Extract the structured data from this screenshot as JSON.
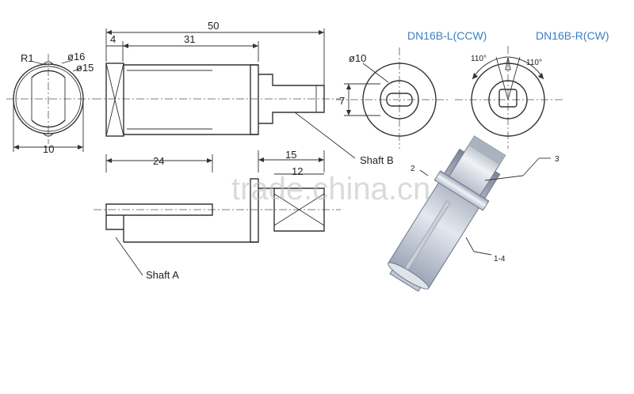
{
  "dimensions": {
    "overall_length": "50",
    "head_length": "4",
    "body_length": "31",
    "shaft_a_length": "24",
    "shaft_b_length": "15",
    "shaft_b_flat": "12",
    "radius": "R1",
    "diameter_16": "ø16",
    "diameter_15": "ø15",
    "width_10": "10",
    "diameter_10": "ø10",
    "width_7": "7",
    "angle_left": "110°",
    "angle_right": "110°"
  },
  "variants": {
    "left": "DN16B-L(CCW)",
    "right": "DN16B-R(CW)"
  },
  "callouts": {
    "shaft_a": "Shaft A",
    "shaft_b": "Shaft B",
    "part_2": "2",
    "part_3": "3",
    "part_1_4": "1-4"
  },
  "watermark": "trade.china.cn"
}
